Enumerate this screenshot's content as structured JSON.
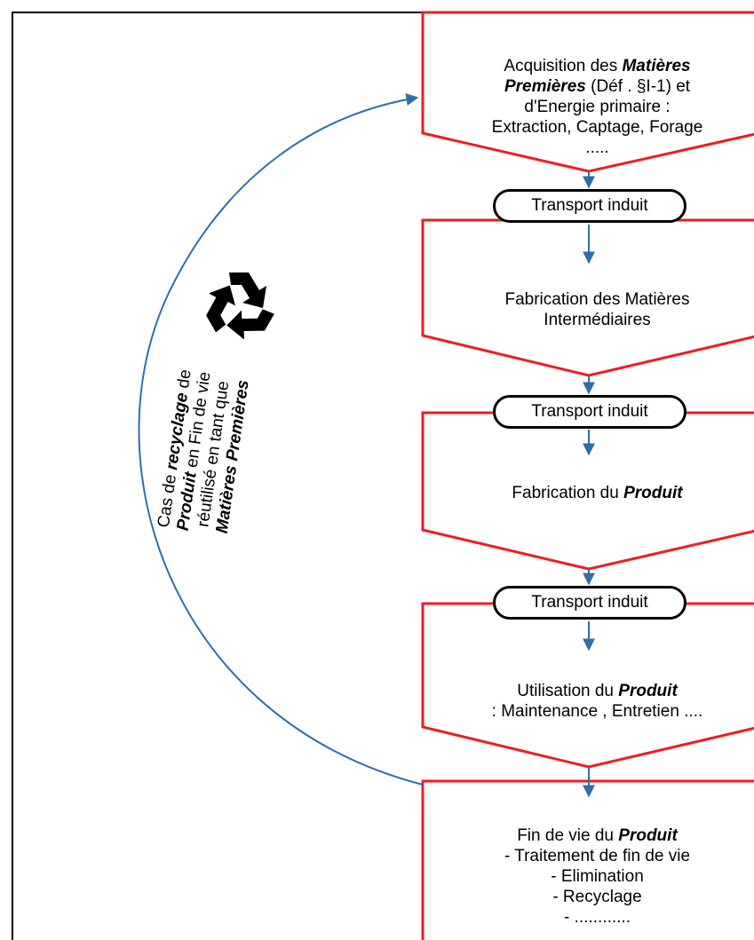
{
  "stages": [
    {
      "line1_a": "Acquisition des ",
      "line1_b": "Matières",
      "line2_b": "Premières",
      "line2_c": " (Déf . §I-1) et",
      "line3": "d'Energie primaire :",
      "line4": "Extraction, Captage, Forage",
      "line5": "....."
    },
    {
      "line1": "Fabrication des Matières",
      "line2": "Intermédiaires"
    },
    {
      "line1_a": "Fabrication du ",
      "line1_b": "Produit"
    },
    {
      "line1_a": "Utilisation du ",
      "line1_b": "Produit",
      "line2": ": Maintenance , Entretien ...."
    },
    {
      "line1_a": "Fin de vie du ",
      "line1_b": "Produit",
      "line2": "- Traitement de fin de vie",
      "line3": "- Elimination",
      "line4": "- Recyclage",
      "line5": "- ............"
    }
  ],
  "transports": [
    "Transport induit",
    "Transport induit",
    "Transport induit"
  ],
  "cycle": {
    "l1_a": "Cas de ",
    "l1_b": "recyclage",
    "l1_c": " de",
    "l2_b": "Produit",
    "l2_c": " en Fin de vie",
    "l3": "réutilisé en tant que",
    "l4_b": "Matières Premières",
    "icon": "recycle-icon"
  },
  "colors": {
    "stage_border": "#ee1c25",
    "arrow": "#2e6fa8",
    "transport_border": "#000000"
  }
}
